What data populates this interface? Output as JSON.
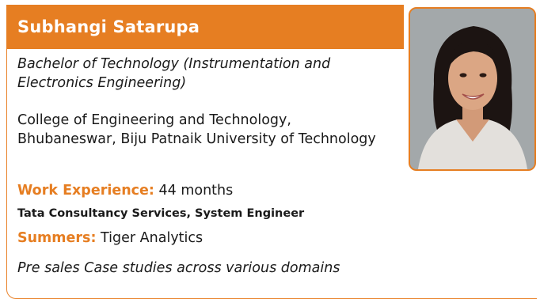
{
  "profile": {
    "name": "Subhangi Satarupa",
    "degree": "Bachelor of Technology (Instrumentation and Electronics Engineering)",
    "college": "College of Engineering and Technology, Bhubaneswar, Biju Patnaik University of Technology",
    "work_experience_label": "Work Experience:",
    "work_experience_value": "44 months",
    "employer": "Tata Consultancy Services, System Engineer",
    "summers_label": "Summers:",
    "summers_value": "Tiger Analytics",
    "summer_project": "Pre sales Case studies across various domains"
  },
  "colors": {
    "accent": "#e67e22",
    "text": "#1a1a1a",
    "banner_text": "#ffffff"
  }
}
